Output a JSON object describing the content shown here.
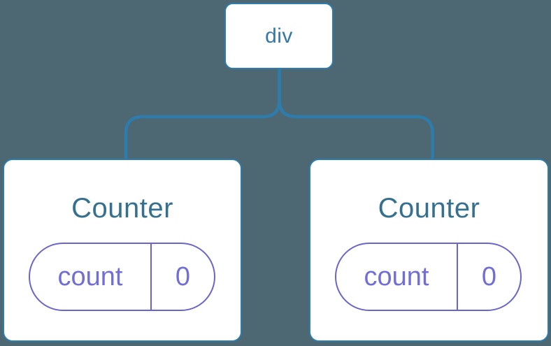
{
  "diagram": {
    "root": {
      "label": "div"
    },
    "children": [
      {
        "title": "Counter",
        "state": {
          "key": "count",
          "value": "0"
        }
      },
      {
        "title": "Counter",
        "state": {
          "key": "count",
          "value": "0"
        }
      }
    ]
  },
  "colors": {
    "background": "#4d6873",
    "connector": "#2e7cab",
    "node_border": "#2e7cab",
    "node_fill": "#ffffff",
    "root_label": "#3478a8",
    "component_title": "#35708f",
    "state_border": "#6965cd",
    "state_text": "#716ed6"
  }
}
